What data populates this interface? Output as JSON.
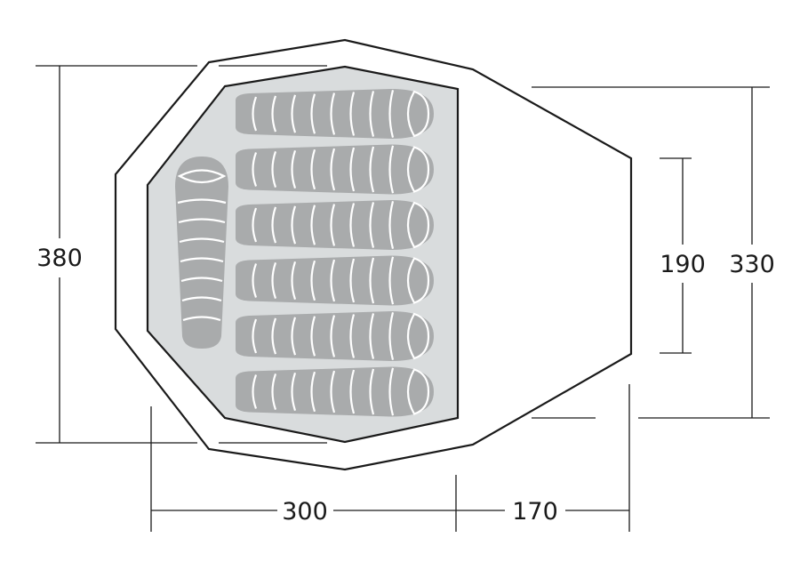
{
  "dimensions": {
    "left_height": "380",
    "inner_door_height": "190",
    "right_height": "330",
    "inner_length": "300",
    "porch_length": "170"
  },
  "sleeping_bags": {
    "horizontal_count": 6,
    "vertical_count": 1
  },
  "colors": {
    "line": "#1a1a1a",
    "inner_tent_fill": "#d9dcdd",
    "sleeping_bag": "#a9abac"
  }
}
